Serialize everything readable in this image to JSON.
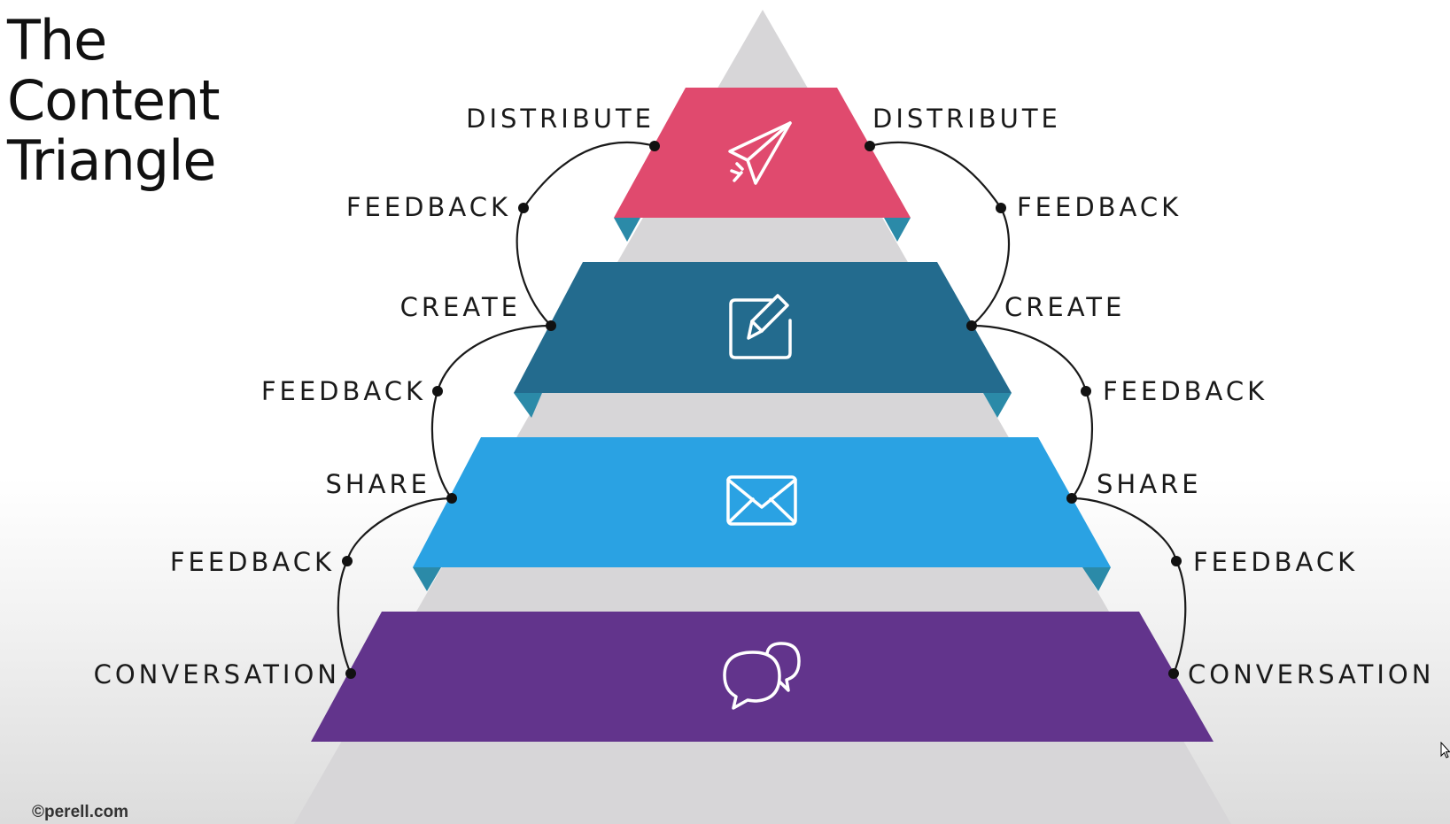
{
  "title": {
    "line1": "The",
    "line2": "Content",
    "line3": "Triangle"
  },
  "credit": "©perell.com",
  "colors": {
    "background_triangle": "#d7d6d8",
    "distribute_band": "#e04a6e",
    "create_band": "#236b8e",
    "share_band": "#2aa2e3",
    "conversation_band": "#62348c",
    "band_edge": "#2b8aa8",
    "label_text": "#1a1a1a"
  },
  "levels": [
    {
      "key": "distribute",
      "icon": "paper-plane-icon"
    },
    {
      "key": "create",
      "icon": "edit-note-icon"
    },
    {
      "key": "share",
      "icon": "envelope-icon"
    },
    {
      "key": "conversation",
      "icon": "chat-bubbles-icon"
    }
  ],
  "labels_left": {
    "distribute": "DISTRIBUTE",
    "feedback_1": "FEEDBACK",
    "create": "CREATE",
    "feedback_2": "FEEDBACK",
    "share": "SHARE",
    "feedback_3": "FEEDBACK",
    "conversation": "CONVERSATION"
  },
  "labels_right": {
    "distribute": "DISTRIBUTE",
    "feedback_1": "FEEDBACK",
    "create": "CREATE",
    "feedback_2": "FEEDBACK",
    "share": "SHARE",
    "feedback_3": "FEEDBACK",
    "conversation": "CONVERSATION"
  }
}
